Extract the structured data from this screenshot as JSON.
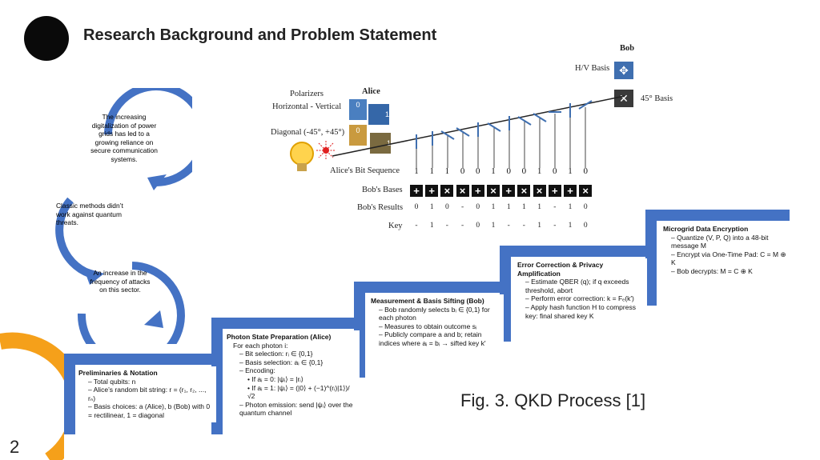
{
  "title": "Research Background and Problem Statement",
  "page_number": "2",
  "bubbles": [
    "The increasing digitalization of power grids has led to a growing reliance on secure communication systems.",
    "Classic methods didn’t work against quantum threats.",
    "An increase in the frequency of attacks on this sector."
  ],
  "steps": [
    {
      "title": "Preliminaries & Notation",
      "lines": [
        "– Total qubits: n",
        "– Alice’s random bit string: r = (r₁, r₂, ..., rₙ)",
        "– Basis choices: a (Alice), b (Bob) with 0 = rectilinear, 1 = diagonal"
      ]
    },
    {
      "title": "Photon State Preparation (Alice)",
      "lines": [
        "For each photon i:",
        "– Bit selection: rᵢ ∈ {0,1}",
        "– Basis selection: aᵢ ∈ {0,1}",
        "– Encoding:",
        "• If aᵢ = 0:   |ψᵢ⟩ = |rᵢ⟩",
        "• If aᵢ = 1:   |ψᵢ⟩ = (|0⟩ + (−1)^(rᵢ)|1⟩)/√2",
        "– Photon emission: send |ψᵢ⟩ over the quantum channel"
      ]
    },
    {
      "title": "Measurement & Basis Sifting (Bob)",
      "lines": [
        "– Bob randomly selects bᵢ ∈ {0,1} for each photon",
        "– Measures to obtain outcome sᵢ",
        "– Publicly compare a and b; retain indices where aᵢ = bᵢ → sifted key k′"
      ]
    },
    {
      "title": "Error Correction & Privacy Amplification",
      "lines": [
        "– Estimate QBER (q); if q exceeds threshold, abort",
        "– Perform error correction: k = Fₑ(k′)",
        "– Apply hash function H to compress key: final shared key K"
      ]
    },
    {
      "title": "Microgrid Data Encryption",
      "lines": [
        "– Quantize (V, P, Q) into a 48-bit message M",
        "– Encrypt via One-Time Pad:   C = M ⊕ K",
        "– Bob decrypts:    M = C ⊕ K"
      ]
    }
  ],
  "diagram": {
    "alice": "Alice",
    "bob": "Bob",
    "polarizers": "Polarizers",
    "hv_label": "Horizontal - Vertical",
    "diag_label": "Diagonal (-45°, +45°)",
    "hv_basis": "H/V Basis",
    "basis45": "45° Basis",
    "row_labels": [
      "Alice's Bit Sequence",
      "Bob's Bases",
      "Bob's Results",
      "Key"
    ],
    "bits": [
      "1",
      "1",
      "1",
      "0",
      "0",
      "1",
      "0",
      "0",
      "1",
      "0",
      "1",
      "0"
    ],
    "bases": [
      "+",
      "+",
      "×",
      "×",
      "+",
      "×",
      "+",
      "×",
      "×",
      "+",
      "+",
      "×"
    ],
    "results": [
      "0",
      "1",
      "0",
      "-",
      "0",
      "1",
      "1",
      "1",
      "1",
      "-",
      "1",
      "0"
    ],
    "key": [
      "-",
      "1",
      "-",
      "-",
      "0",
      "1",
      "-",
      "-",
      "1",
      "-",
      "1",
      "0"
    ],
    "hv_icon_0": "0",
    "hv_icon_1": "1",
    "dg_icon_0": "0",
    "dg_icon_1": "1"
  },
  "caption": "Fig. 3.  QKD Process [1]",
  "colors": {
    "blue": "#4472c4",
    "orange": "#f5a01a",
    "black": "#111111"
  }
}
